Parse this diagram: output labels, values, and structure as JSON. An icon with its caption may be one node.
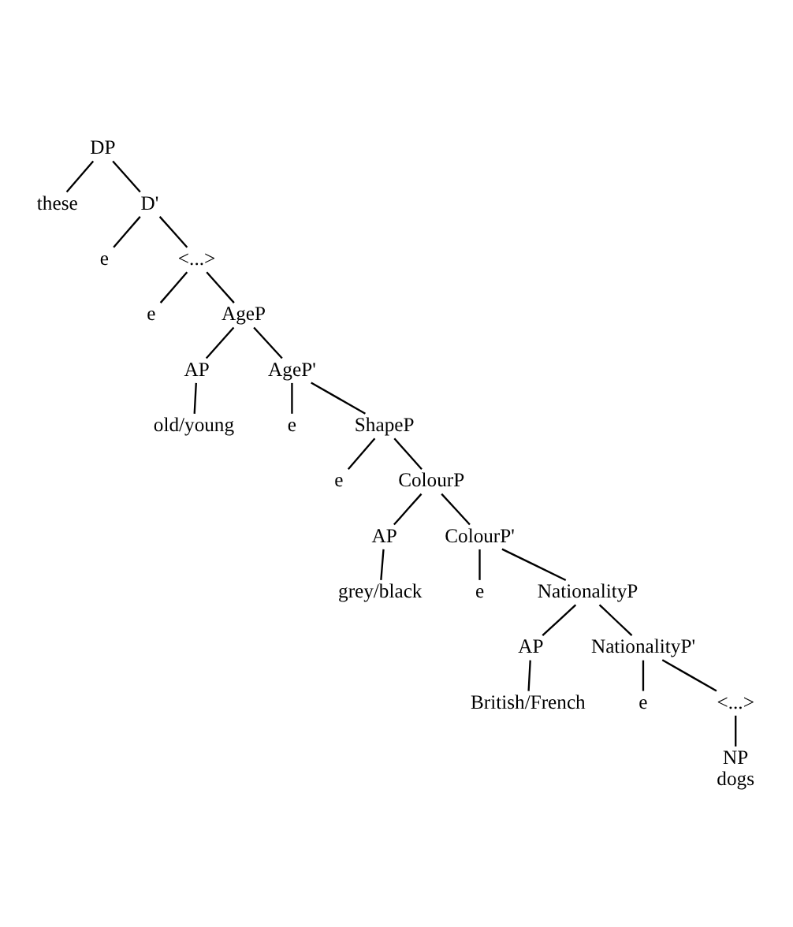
{
  "diagram": {
    "nodes": [
      {
        "text": [
          "DP"
        ]
      },
      {
        "text": [
          "these"
        ]
      },
      {
        "text": [
          "D'"
        ]
      },
      {
        "text": [
          "e"
        ]
      },
      {
        "text": [
          "<...>"
        ]
      },
      {
        "text": [
          "e"
        ]
      },
      {
        "text": [
          "AgeP"
        ]
      },
      {
        "text": [
          "AP"
        ]
      },
      {
        "text": [
          "AgeP'"
        ]
      },
      {
        "text": [
          "old/young"
        ]
      },
      {
        "text": [
          "e"
        ]
      },
      {
        "text": [
          "ShapeP"
        ]
      },
      {
        "text": [
          "e"
        ]
      },
      {
        "text": [
          "ColourP"
        ]
      },
      {
        "text": [
          "AP"
        ]
      },
      {
        "text": [
          "ColourP'"
        ]
      },
      {
        "text": [
          "grey/black"
        ]
      },
      {
        "text": [
          "e"
        ]
      },
      {
        "text": [
          "NationalityP"
        ]
      },
      {
        "text": [
          "AP"
        ]
      },
      {
        "text": [
          "NationalityP'"
        ]
      },
      {
        "text": [
          "British/French"
        ]
      },
      {
        "text": [
          "e"
        ]
      },
      {
        "text": [
          "<...>"
        ]
      },
      {
        "text": [
          "NP"
        ],
        "beside": [
          "dogs"
        ]
      }
    ],
    "edges": [
      {
        "from": 0,
        "to": 1,
        "arrow": "none"
      },
      {
        "from": 0,
        "to": 2,
        "arrow": "none"
      },
      {
        "from": 2,
        "to": 3,
        "arrow": "none"
      },
      {
        "from": 2,
        "to": 4,
        "arrow": "none"
      },
      {
        "from": 4,
        "to": 5,
        "arrow": "none"
      },
      {
        "from": 4,
        "to": 6,
        "arrow": "none"
      },
      {
        "from": 6,
        "to": 7,
        "arrow": "none"
      },
      {
        "from": 6,
        "to": 8,
        "arrow": "none"
      },
      {
        "from": 7,
        "to": 9,
        "arrow": "none"
      },
      {
        "from": 8,
        "to": 10,
        "arrow": "none"
      },
      {
        "from": 8,
        "to": 11,
        "arrow": "none"
      },
      {
        "from": 11,
        "to": 12,
        "arrow": "none"
      },
      {
        "from": 11,
        "to": 13,
        "arrow": "none"
      },
      {
        "from": 13,
        "to": 14,
        "arrow": "none"
      },
      {
        "from": 13,
        "to": 15,
        "arrow": "none"
      },
      {
        "from": 14,
        "to": 16,
        "arrow": "none"
      },
      {
        "from": 15,
        "to": 17,
        "arrow": "none"
      },
      {
        "from": 15,
        "to": 18,
        "arrow": "none"
      },
      {
        "from": 18,
        "to": 19,
        "arrow": "none"
      },
      {
        "from": 18,
        "to": 20,
        "arrow": "none"
      },
      {
        "from": 19,
        "to": 21,
        "arrow": "none"
      },
      {
        "from": 20,
        "to": 22,
        "arrow": "none"
      },
      {
        "from": 20,
        "to": 23,
        "arrow": "none"
      },
      {
        "from": 23,
        "to": 24,
        "arrow": "none"
      }
    ]
  }
}
